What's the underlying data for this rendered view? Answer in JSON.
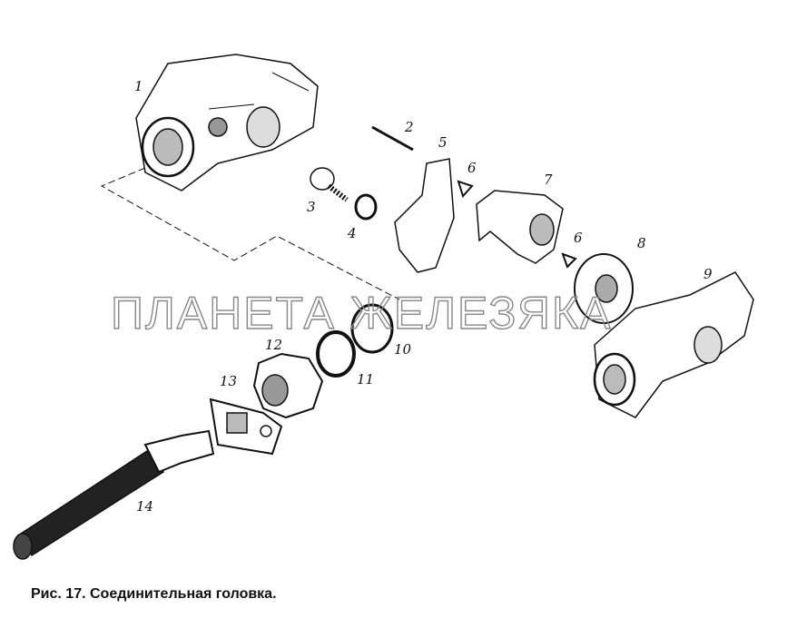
{
  "caption": "Рис. 17. Соединительная головка.",
  "watermark": "ПЛАНЕТА ЖЕЛЕЗЯКА",
  "part_labels": [
    "1",
    "2",
    "3",
    "4",
    "5",
    "6",
    "7",
    "6",
    "8",
    "9",
    "10",
    "11",
    "12",
    "13",
    "14"
  ]
}
